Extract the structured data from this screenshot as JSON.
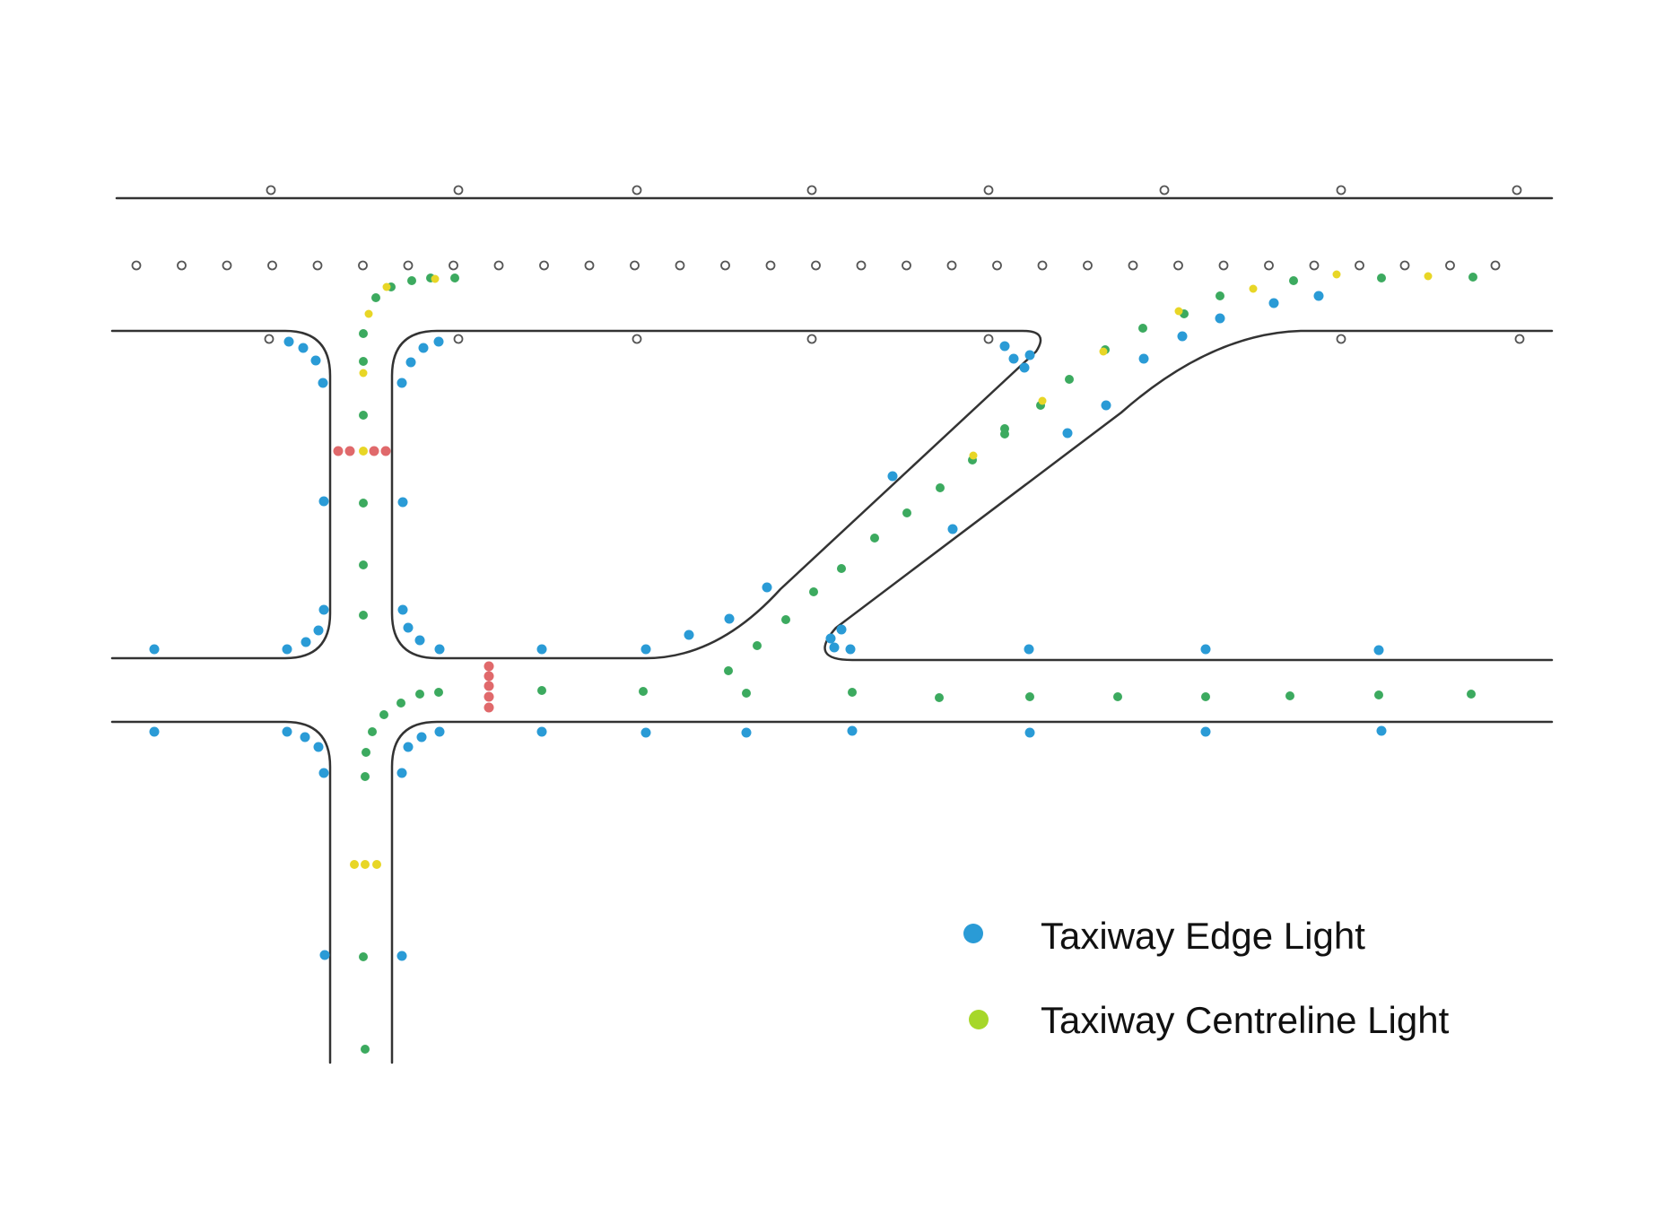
{
  "colors": {
    "edge": "#2a9bd6",
    "centre": "#3caa5f",
    "legend_centre": "#a6d72a",
    "stop_bar": "#e0696b",
    "yellow": "#e8d626",
    "line": "#333333",
    "runway_light_stroke": "#555555"
  },
  "legend": {
    "items": [
      {
        "label": "Taxiway Edge Light",
        "color_key": "edge",
        "icon": "taxiway-edge-light-icon"
      },
      {
        "label": "Taxiway Centreline Light",
        "color_key": "legend_centre",
        "icon": "taxiway-centreline-light-icon"
      }
    ]
  }
}
